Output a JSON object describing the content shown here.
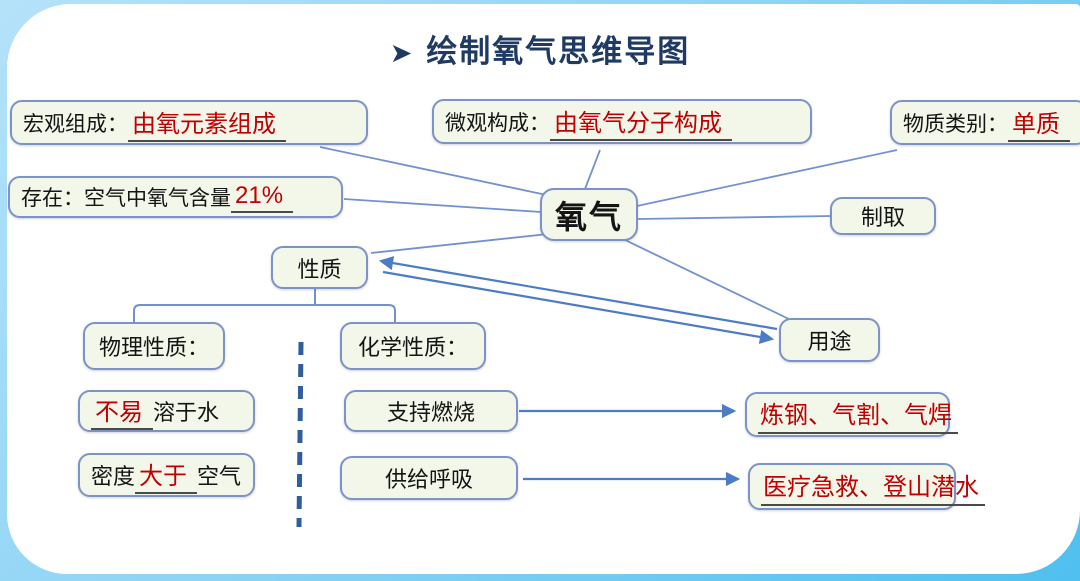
{
  "title": {
    "arrow": "➤",
    "text": "绘制氧气思维导图"
  },
  "nodes": {
    "macro": {
      "label": "宏观组成：",
      "value": "由氧元素组成"
    },
    "micro": {
      "label": "微观构成：",
      "value": "由氧气分子构成"
    },
    "category": {
      "label": "物质类别：",
      "value": "单质"
    },
    "existence": {
      "label": "存在：空气中氧气含量",
      "value": "21%"
    },
    "center": {
      "label": "氧气"
    },
    "preparation": {
      "label": "制取"
    },
    "properties": {
      "label": "性质"
    },
    "usage": {
      "label": "用途"
    },
    "physical": {
      "label": "物理性质："
    },
    "chemical": {
      "label": "化学性质："
    },
    "solubility": {
      "red": "不易",
      "post": "溶于水"
    },
    "density": {
      "pre": "密度",
      "red": "大于",
      "post": "空气"
    },
    "combustion": {
      "label": "支持燃烧"
    },
    "breathing": {
      "label": "供给呼吸"
    },
    "usage_combustion": {
      "value": "炼钢、气割、气焊"
    },
    "usage_breathing": {
      "value": "医疗急救、登山潜水"
    }
  },
  "edges": [
    {
      "from": "center",
      "to": "macro"
    },
    {
      "from": "center",
      "to": "micro"
    },
    {
      "from": "center",
      "to": "category"
    },
    {
      "from": "center",
      "to": "existence"
    },
    {
      "from": "center",
      "to": "properties"
    },
    {
      "from": "center",
      "to": "preparation"
    },
    {
      "from": "center",
      "to": "usage"
    },
    {
      "from": "usage",
      "to": "properties",
      "arrow": true
    },
    {
      "from": "properties",
      "to": "usage",
      "arrow": true
    },
    {
      "from": "properties",
      "to": "physical"
    },
    {
      "from": "properties",
      "to": "chemical"
    },
    {
      "from": "combustion",
      "to": "usage_combustion",
      "arrow": true
    },
    {
      "from": "breathing",
      "to": "usage_breathing",
      "arrow": true
    }
  ],
  "colors": {
    "red_text": "#c00000",
    "title_navy": "#1f3a63",
    "line_blue": "#7292cf",
    "arrow_blue": "#4d7cc7",
    "box_border": "#7d93c6",
    "box_fill": "#f3f7ea",
    "dashed_divider_navy": "#2f5d9e",
    "background_blue": "#79cdf3"
  }
}
